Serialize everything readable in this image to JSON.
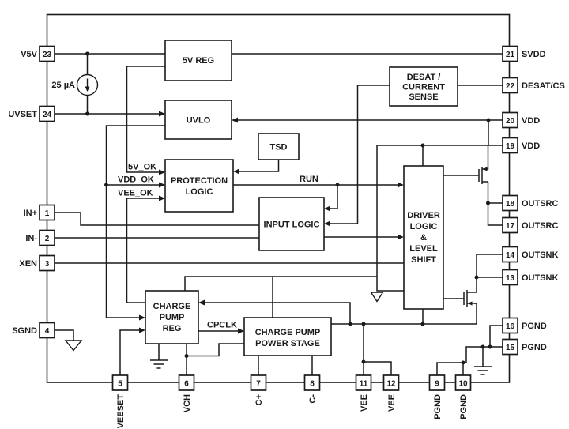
{
  "colors": {
    "line": "#1a1a1a",
    "background": "#ffffff"
  },
  "blocks": {
    "reg5v": "5V REG",
    "uvlo": "UVLO",
    "tsd": "TSD",
    "protection": [
      "PROTECTION",
      "LOGIC"
    ],
    "input_logic": "INPUT LOGIC",
    "desat": [
      "DESAT /",
      "CURRENT",
      "SENSE"
    ],
    "driver": [
      "DRIVER",
      "LOGIC",
      "&",
      "LEVEL",
      "SHIFT"
    ],
    "cp_reg": [
      "CHARGE",
      "PUMP",
      "REG"
    ],
    "cp_power": [
      "CHARGE PUMP",
      "POWER STAGE"
    ]
  },
  "labels": {
    "bias_current": "25 µA",
    "ok_5v": "5V_OK",
    "ok_vdd": "VDD_OK",
    "ok_vee": "VEE_OK",
    "run": "RUN",
    "cpclk": "CPCLK"
  },
  "pins": {
    "left": [
      {
        "num": "23",
        "label": "V5V"
      },
      {
        "num": "24",
        "label": "UVSET"
      },
      {
        "num": "1",
        "label": "IN+"
      },
      {
        "num": "2",
        "label": "IN-"
      },
      {
        "num": "3",
        "label": "XEN"
      },
      {
        "num": "4",
        "label": "SGND"
      }
    ],
    "right": [
      {
        "num": "21",
        "label": "SVDD"
      },
      {
        "num": "22",
        "label": "DESAT/CS"
      },
      {
        "num": "20",
        "label": "VDD"
      },
      {
        "num": "19",
        "label": "VDD"
      },
      {
        "num": "18",
        "label": "OUTSRC"
      },
      {
        "num": "17",
        "label": "OUTSRC"
      },
      {
        "num": "14",
        "label": "OUTSNK"
      },
      {
        "num": "13",
        "label": "OUTSNK"
      },
      {
        "num": "16",
        "label": "PGND"
      },
      {
        "num": "15",
        "label": "PGND"
      }
    ],
    "bottom": [
      {
        "num": "5",
        "label": "VEESET"
      },
      {
        "num": "6",
        "label": "VCH"
      },
      {
        "num": "7",
        "label": "C+"
      },
      {
        "num": "8",
        "label": "C-"
      },
      {
        "num": "11",
        "label": "VEE"
      },
      {
        "num": "12",
        "label": "VEE"
      },
      {
        "num": "9",
        "label": "PGND"
      },
      {
        "num": "10",
        "label": "PGND"
      }
    ]
  }
}
